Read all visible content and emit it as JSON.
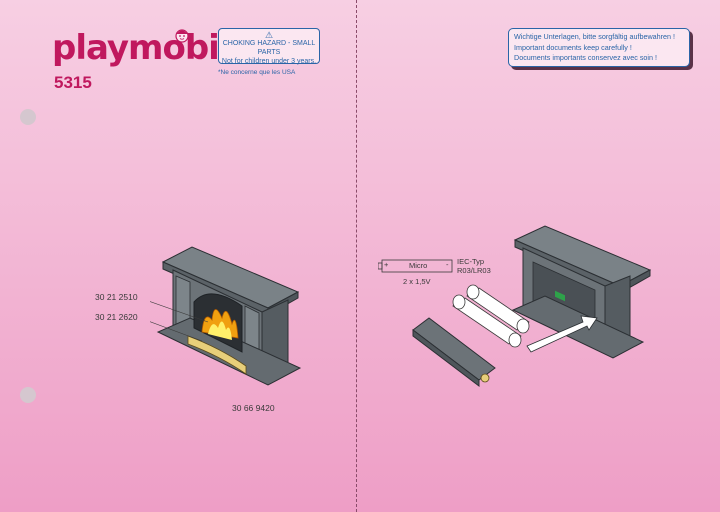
{
  "brand": {
    "logo": "playmobil",
    "trademark": "®"
  },
  "set_number": "5315",
  "safety_warning": {
    "line1": "CHOKING HAZARD - SMALL PARTS",
    "line2": "Not for children under 3 years."
  },
  "usa_note": "*Ne concerne que les USA",
  "documents_note": {
    "de": "Wichtige Unterlagen, bitte sorgfältig aufbewahren !",
    "en": "Important documents keep carefully !",
    "fr": "Documents importants conservez avec soin !"
  },
  "parts": {
    "part_a": "30 21 2510",
    "part_b": "30 21 2620",
    "part_c": "30 66 9420"
  },
  "battery": {
    "label": "Micro",
    "plus": "+",
    "minus": "-",
    "count": "2 x 1,5V",
    "type_line1": "IEC-Typ",
    "type_line2": "R03/LR03"
  },
  "colors": {
    "brand": "#c0185e",
    "info": "#2a65a7",
    "fireplace": "#6c7378",
    "fire": "#f0a010"
  }
}
